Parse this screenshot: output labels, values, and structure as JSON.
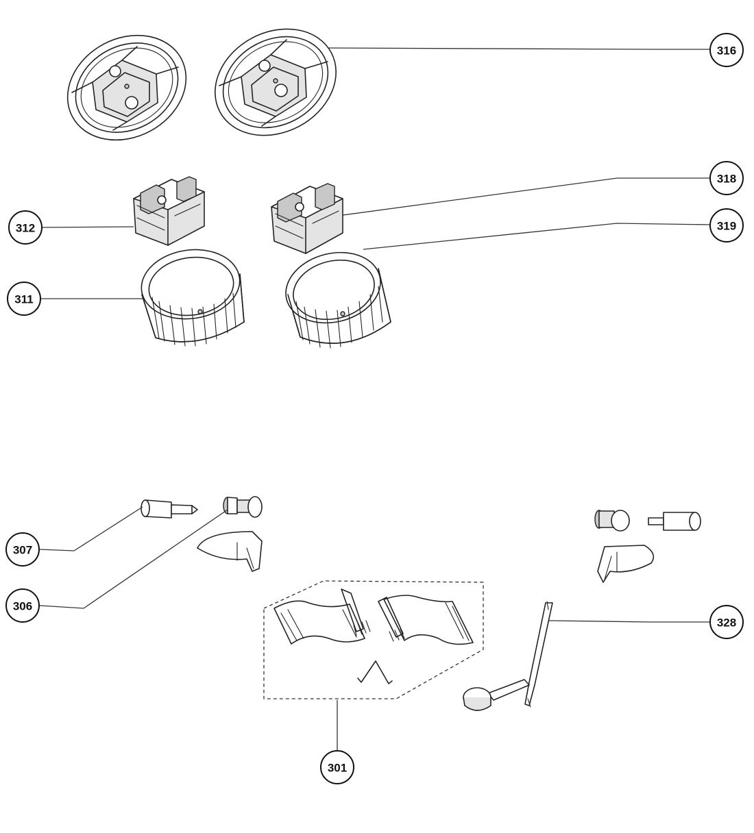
{
  "callouts": {
    "c316": "316",
    "c318": "318",
    "c319": "319",
    "c312": "312",
    "c311": "311",
    "c307": "307",
    "c306": "306",
    "c328": "328",
    "c301": "301"
  }
}
